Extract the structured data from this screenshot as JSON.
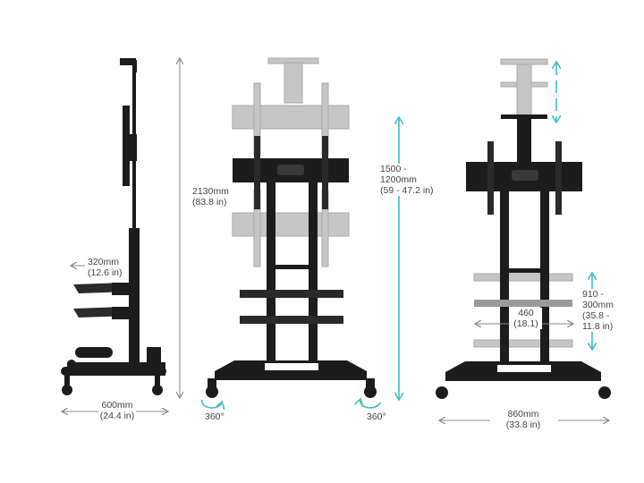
{
  "side_view": {
    "height": {
      "line1": "2130mm",
      "line2": "(83.8 in)"
    },
    "shelf_depth": {
      "line1": "320mm",
      "line2": "(12.6 in)"
    },
    "base_depth": {
      "line1": "600mm",
      "line2": "(24.4 in)"
    }
  },
  "front_view": {
    "height_range": {
      "line1": "1500 -",
      "line2": "1200mm",
      "line3": "(59 - 47.2 in)"
    },
    "rotation_left": "360°",
    "rotation_right": "360°"
  },
  "right_view": {
    "shelf_range": {
      "line1": "910 -",
      "line2": "300mm",
      "line3": "(35.8 -",
      "line4": "11.8 in)"
    },
    "shelf_width": {
      "line1": "460",
      "line2": "(18.1)"
    },
    "base_width": {
      "line1": "860mm",
      "line2": "(33.8 in)"
    }
  },
  "colors": {
    "dimension_teal": "#3fbfc4",
    "dimension_gray": "#8a8a8a",
    "metal": "#1c1c1c",
    "ghost": "#bdbdbd"
  }
}
